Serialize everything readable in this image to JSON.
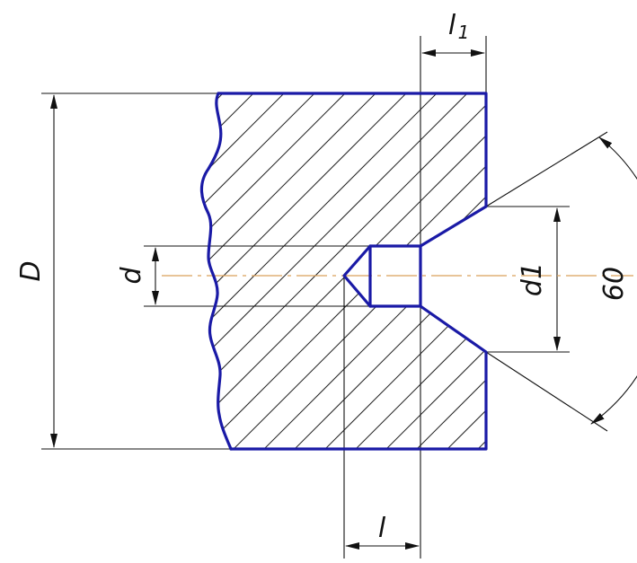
{
  "colors": {
    "outline": "#1a1aa6",
    "dimension": "#111111",
    "hatch": "#222222",
    "centerline": "#d9a05a",
    "background": "#ffffff"
  },
  "labels": {
    "outer_diameter": "D",
    "hole_diameter": "d",
    "countersink_diameter": "d1",
    "hole_depth": "l",
    "countersink_depth_main": "l",
    "countersink_depth_sub": "1",
    "countersink_angle": "60"
  }
}
